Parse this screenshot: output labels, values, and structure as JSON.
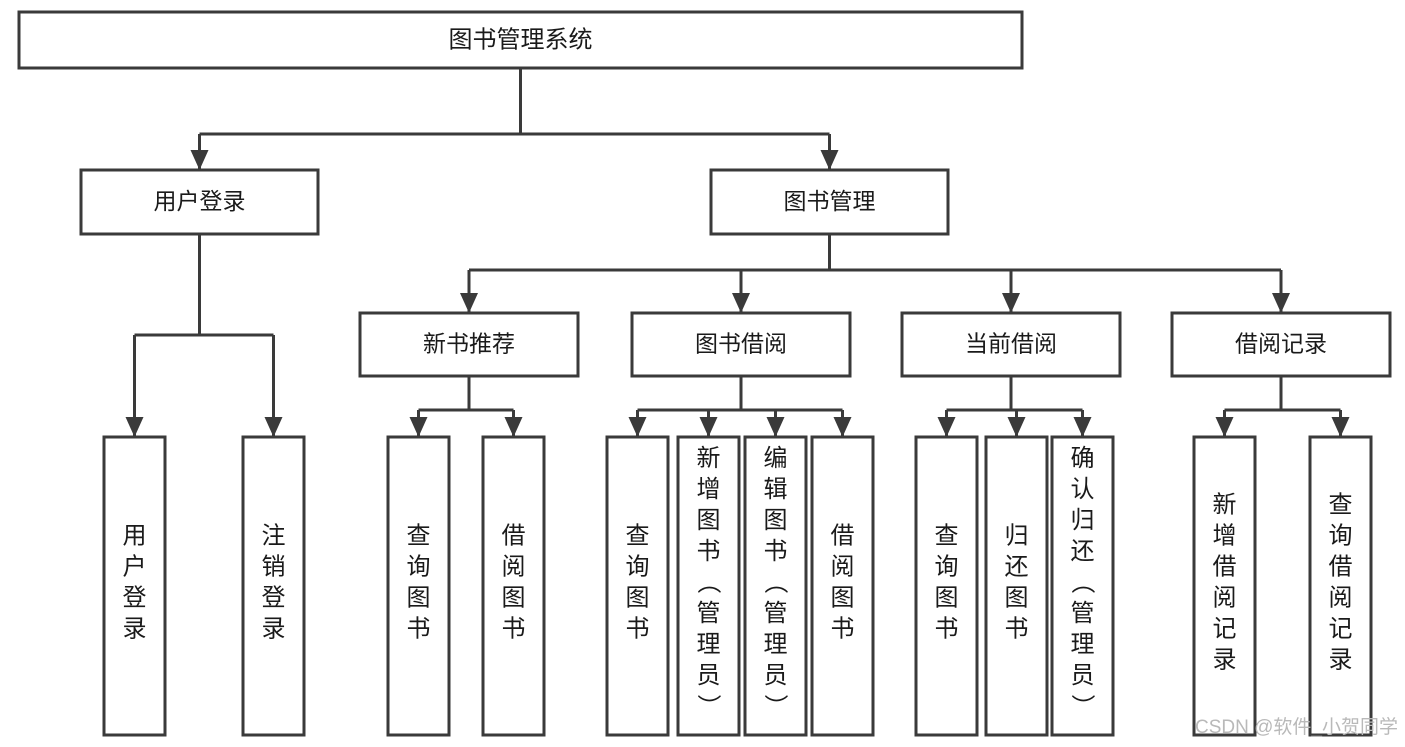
{
  "diagram": {
    "type": "tree-hierarchy-chart",
    "title": "图书管理系统",
    "orientation": "top-down",
    "colors": {
      "box_stroke": "#3a3a3a",
      "box_fill": "#ffffff",
      "connector": "#3a3a3a",
      "label_text": "#1a1a1a",
      "background": "#ffffff",
      "watermark": "#b9b9b9"
    },
    "levels": {
      "root": {
        "label": "图书管理系统"
      },
      "level1": [
        {
          "id": "user-login",
          "label": "用户登录"
        },
        {
          "id": "book-manage",
          "label": "图书管理"
        }
      ],
      "level2": [
        {
          "id": "new-book-recommend",
          "label": "新书推荐",
          "parent": "book-manage"
        },
        {
          "id": "book-borrow",
          "label": "图书借阅",
          "parent": "book-manage"
        },
        {
          "id": "current-borrow",
          "label": "当前借阅",
          "parent": "book-manage"
        },
        {
          "id": "borrow-record",
          "label": "借阅记录",
          "parent": "book-manage"
        }
      ],
      "leaves": [
        {
          "id": "leaf-user-login",
          "label": "用户登录",
          "parent": "user-login"
        },
        {
          "id": "leaf-logout-login",
          "label": "注销登录",
          "parent": "user-login"
        },
        {
          "id": "leaf-query-book-1",
          "label": "查询图书",
          "parent": "new-book-recommend"
        },
        {
          "id": "leaf-borrow-book-1",
          "label": "借阅图书",
          "parent": "new-book-recommend"
        },
        {
          "id": "leaf-query-book-2",
          "label": "查询图书",
          "parent": "book-borrow"
        },
        {
          "id": "leaf-add-book",
          "label": "新增图书（管理员）",
          "parent": "book-borrow"
        },
        {
          "id": "leaf-edit-book",
          "label": "编辑图书（管理员）",
          "parent": "book-borrow"
        },
        {
          "id": "leaf-borrow-book-2",
          "label": "借阅图书",
          "parent": "book-borrow"
        },
        {
          "id": "leaf-query-book-3",
          "label": "查询图书",
          "parent": "current-borrow"
        },
        {
          "id": "leaf-return-book",
          "label": "归还图书",
          "parent": "current-borrow"
        },
        {
          "id": "leaf-confirm-return",
          "label": "确认归还（管理员）",
          "parent": "current-borrow"
        },
        {
          "id": "leaf-add-record",
          "label": "新增借阅记录",
          "parent": "borrow-record"
        },
        {
          "id": "leaf-query-record",
          "label": "查询借阅记录",
          "parent": "borrow-record"
        }
      ]
    }
  },
  "watermark": {
    "text": "CSDN @软件_小贺同学"
  }
}
